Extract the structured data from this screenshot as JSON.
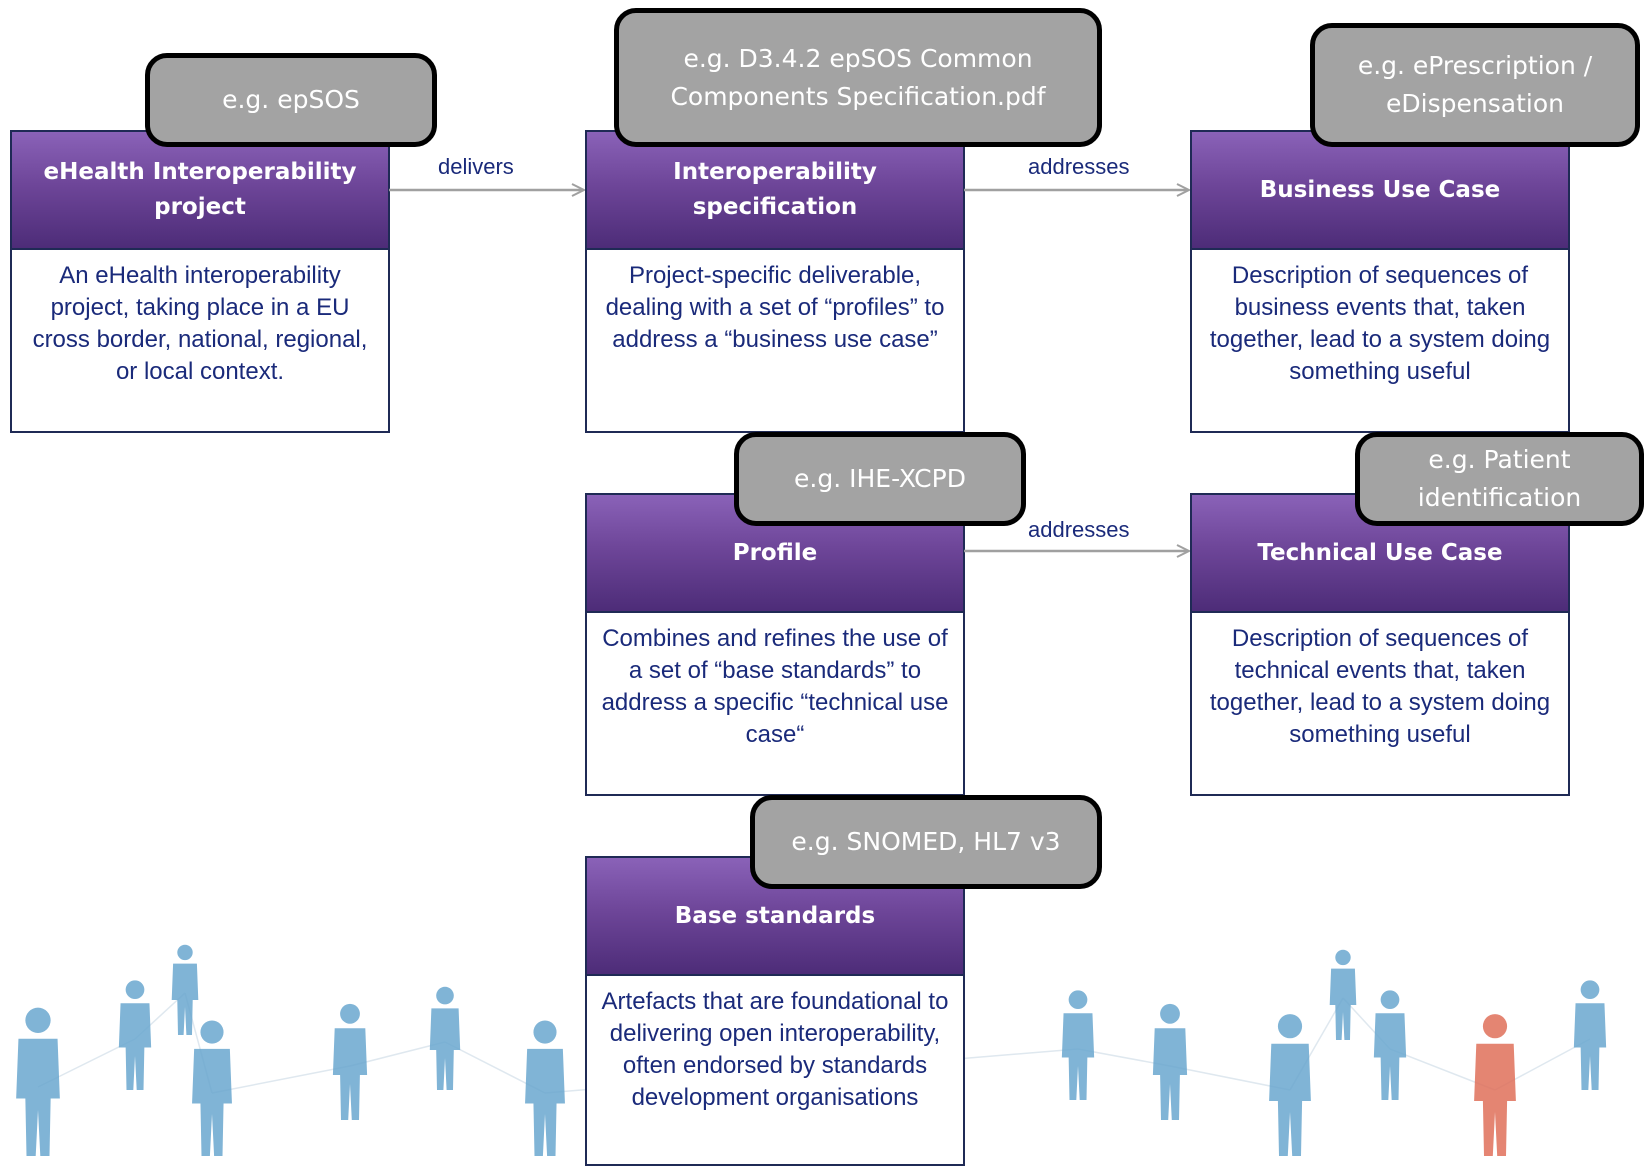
{
  "boxes": {
    "project": {
      "title": "eHealth Interoperability project",
      "description": "An eHealth interoperability project, taking place in a EU cross border, national, regional, or local context."
    },
    "specification": {
      "title": "Interoperability specification",
      "description": "Project-specific deliverable, dealing with a set of “profiles” to address a “business use case”"
    },
    "business_use_case": {
      "title": "Business Use Case",
      "description": "Description of sequences of business events that, taken together, lead to a system doing something useful"
    },
    "profile": {
      "title": "Profile",
      "description": "Combines and refines the use of a set of “base standards” to address a specific “technical use case“"
    },
    "technical_use_case": {
      "title": "Technical Use Case",
      "description": "Description of sequences of technical events that, taken together, lead to a system doing something useful"
    },
    "base_standards": {
      "title": "Base standards",
      "description": "Artefacts that are foundational to delivering open interoperability, often endorsed by standards development organisations"
    }
  },
  "examples": {
    "project": "e.g. epSOS",
    "specification": "e.g. D3.4.2 epSOS Common Components Specification.pdf",
    "business_use_case": "e.g. ePrescription / eDispensation",
    "profile": "e.g. IHE-XCPD",
    "technical_use_case": "e.g. Patient identification",
    "base_standards": "e.g. SNOMED, HL7 v3"
  },
  "relations": {
    "delivers": "delivers",
    "addresses_business": "addresses",
    "addresses_technical": "addresses"
  },
  "colors": {
    "header_top": "#8a62b8",
    "header_bottom": "#4d2c78",
    "text_blue": "#1a2a7a",
    "tag_gray": "#a3a3a3",
    "arrow_gray": "#a0a0a0",
    "person_blue": "#6aa7cf",
    "person_red": "#e0705a"
  }
}
